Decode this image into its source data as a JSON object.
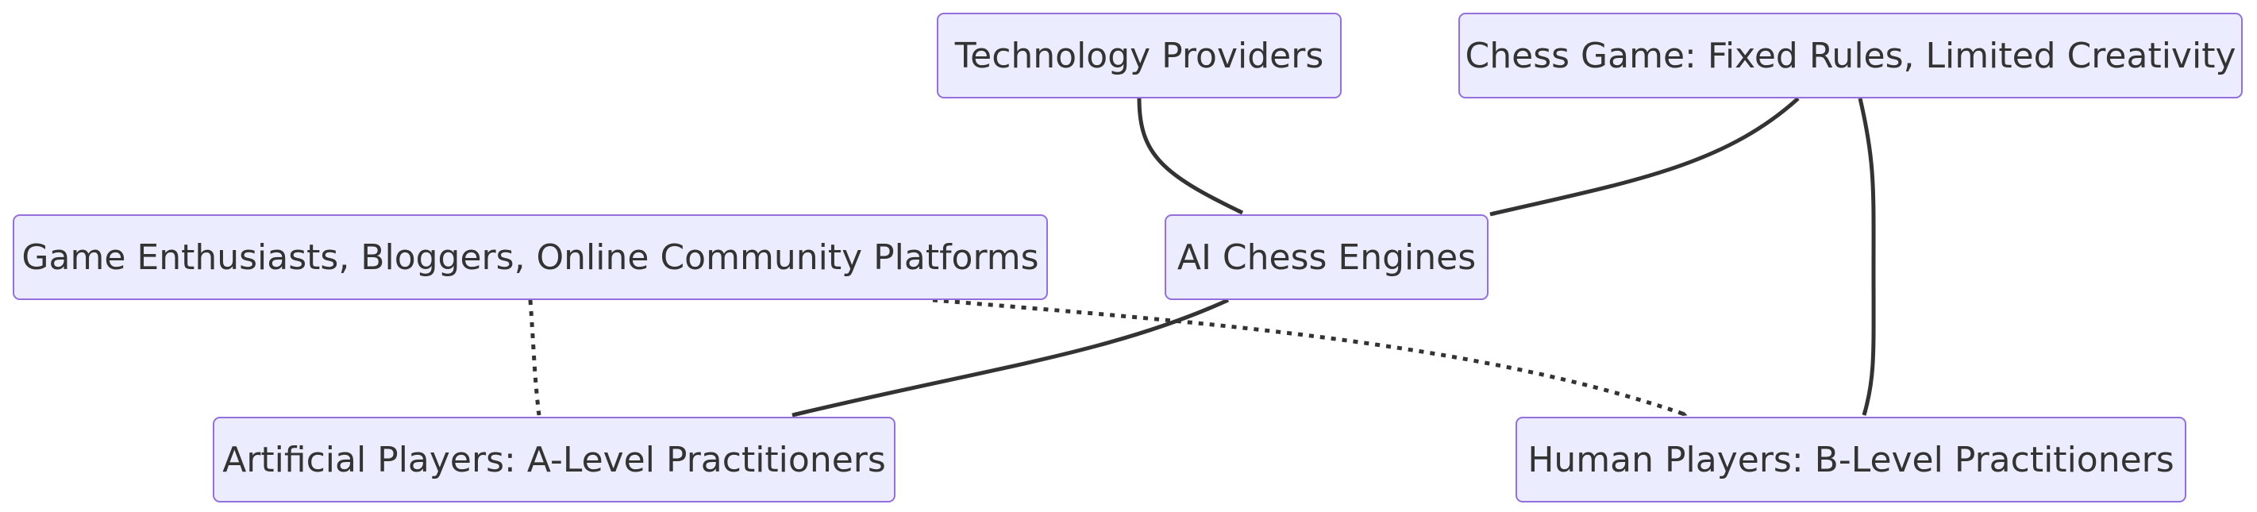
{
  "nodes": {
    "tech": "Technology Providers",
    "chess": "Chess Game: Fixed Rules, Limited Creativity",
    "game": "Game Enthusiasts, Bloggers, Online Community Platforms",
    "ai": "AI Chess Engines",
    "art": "Artificial Players: A-Level Practitioners",
    "human": "Human Players: B-Level Practitioners"
  },
  "edges": [
    {
      "from": "tech",
      "to": "ai",
      "style": "solid"
    },
    {
      "from": "chess",
      "to": "ai",
      "style": "solid"
    },
    {
      "from": "chess",
      "to": "human",
      "style": "solid"
    },
    {
      "from": "ai",
      "to": "art",
      "style": "solid"
    },
    {
      "from": "game",
      "to": "art",
      "style": "dotted"
    },
    {
      "from": "game",
      "to": "human",
      "style": "dotted"
    }
  ],
  "colors": {
    "node_fill": "#ececff",
    "node_border": "#9370db",
    "edge": "#333333",
    "text": "#333333"
  }
}
